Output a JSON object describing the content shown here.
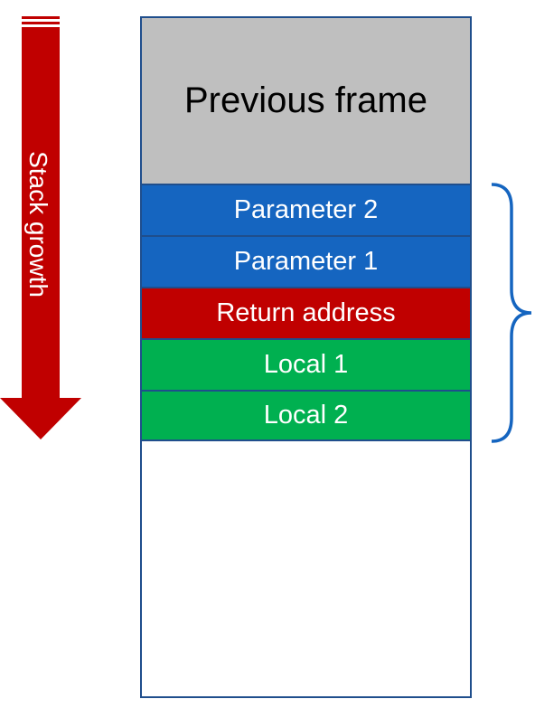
{
  "arrow": {
    "label": "Stack growth",
    "color": "#c00000"
  },
  "stack": {
    "previous_frame": "Previous frame",
    "slots": [
      {
        "label": "Parameter 2",
        "color": "#1565c0"
      },
      {
        "label": "Parameter 1",
        "color": "#1565c0"
      },
      {
        "label": "Return address",
        "color": "#c00000"
      },
      {
        "label": "Local 1",
        "color": "#00b050"
      },
      {
        "label": "Local 2",
        "color": "#00b050"
      }
    ],
    "previous_frame_color": "#bfbfbf",
    "border_color": "#1f4e8c"
  },
  "brace": {
    "color": "#1565c0",
    "icon": "right-curly-brace"
  }
}
